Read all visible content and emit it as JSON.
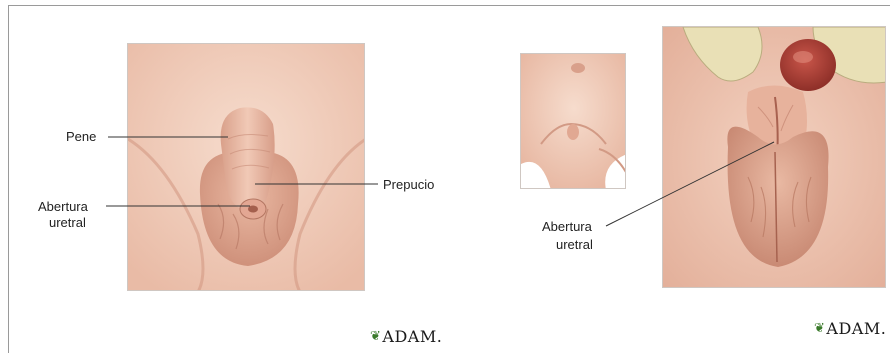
{
  "diagram_left": {
    "labels": {
      "pene": "Pene",
      "abertura_line1": "Abertura",
      "abertura_line2": "uretral",
      "prepucio": "Prepucio"
    },
    "logo": "ADAM."
  },
  "diagram_right": {
    "labels": {
      "abertura_line1": "Abertura",
      "abertura_line2": "uretral"
    },
    "logo": "ADAM."
  },
  "colors": {
    "skin_light": "#f3d4c4",
    "skin_mid": "#e7b5a0",
    "skin_shadow": "#c98f7b",
    "leader_line": "#333333"
  }
}
